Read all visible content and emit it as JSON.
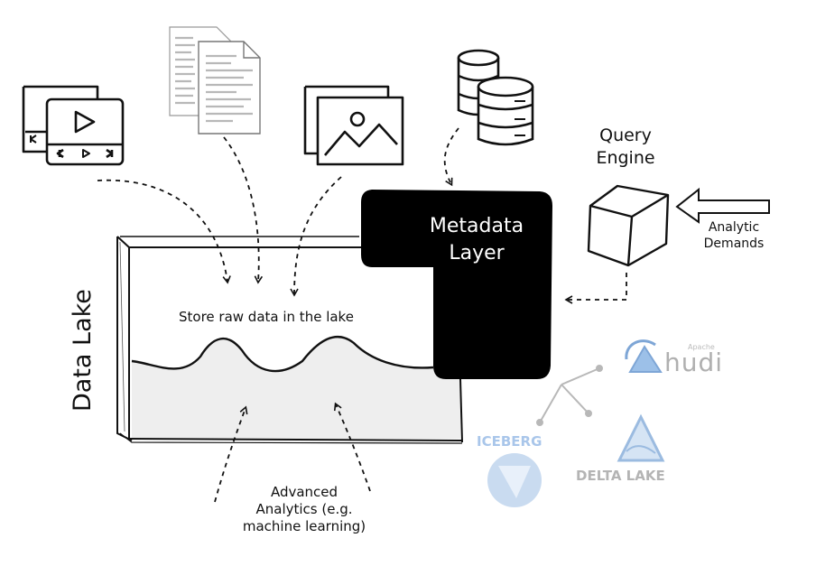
{
  "labels": {
    "data_lake": "Data Lake",
    "store_raw": "Store raw data in the lake",
    "metadata_line1": "Metadata",
    "metadata_line2": "Layer",
    "query_line1": "Query",
    "query_line2": "Engine",
    "analytic_line1": "Analytic",
    "analytic_line2": "Demands",
    "advanced_line1": "Advanced",
    "advanced_line2": "Analytics (e.g.",
    "advanced_line3": "machine learning)"
  },
  "logos": {
    "hudi_small": "Apache",
    "hudi": "hudi",
    "iceberg": "ICEBERG",
    "delta": "DELTA LAKE"
  },
  "icons": [
    "video-files-icon",
    "documents-icon",
    "images-icon",
    "database-icon",
    "cube-icon"
  ],
  "colors": {
    "ink": "#111111",
    "metadata_fill": "#000000",
    "water": "#efefef",
    "logo_blue": "#9bbbe0",
    "logo_gray": "#aaaaaa"
  }
}
